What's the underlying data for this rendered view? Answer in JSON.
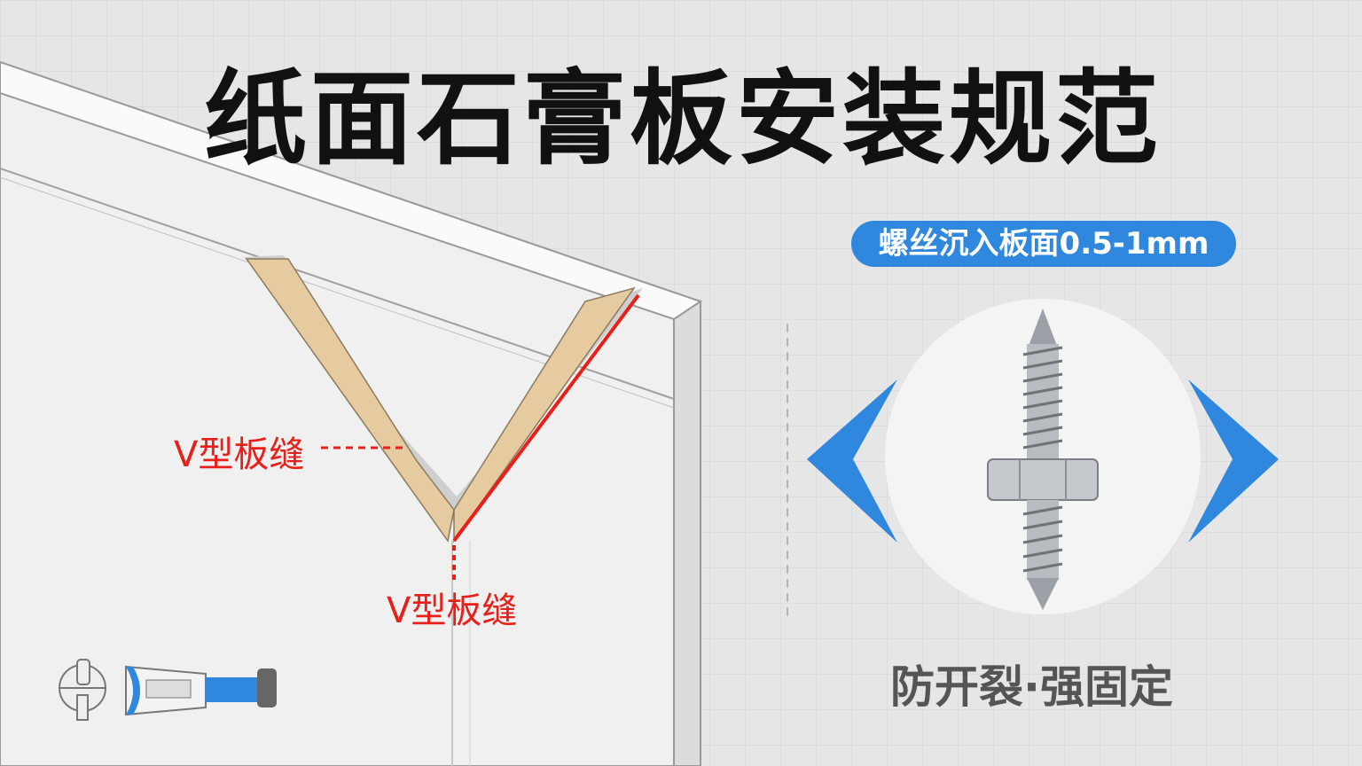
{
  "title": "纸面石膏板安装规范",
  "badge": "螺丝沉入板面0.5-1mm",
  "callouts": {
    "left": "V型板缝",
    "bottom": "V型板缝"
  },
  "caption": "防开裂·强固定",
  "colors": {
    "accent": "#2f87de",
    "callout": "#e8201a",
    "filler": "#e6caa0"
  }
}
